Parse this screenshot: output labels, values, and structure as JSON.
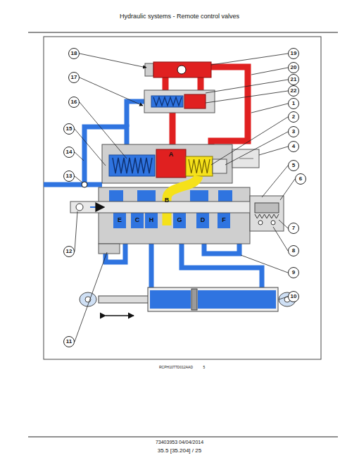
{
  "diagram": {
    "title": "Hydraulic systems - Remote control valves",
    "nodes": [
      {
        "text": [
          "18"
        ]
      },
      {
        "text": [
          "17"
        ]
      },
      {
        "text": [
          "16"
        ]
      },
      {
        "text": [
          "15"
        ]
      },
      {
        "text": [
          "14"
        ]
      },
      {
        "text": [
          "13"
        ]
      },
      {
        "text": [
          "12"
        ]
      },
      {
        "text": [
          "11"
        ]
      },
      {
        "text": [
          "19"
        ]
      },
      {
        "text": [
          "20"
        ]
      },
      {
        "text": [
          "21"
        ]
      },
      {
        "text": [
          "22"
        ]
      },
      {
        "text": [
          "1"
        ]
      },
      {
        "text": [
          "2"
        ]
      },
      {
        "text": [
          "3"
        ]
      },
      {
        "text": [
          "4"
        ]
      },
      {
        "text": [
          "5"
        ]
      },
      {
        "text": [
          "6"
        ]
      },
      {
        "text": [
          "7"
        ]
      },
      {
        "text": [
          "8"
        ]
      },
      {
        "text": [
          "9"
        ]
      },
      {
        "text": [
          "10"
        ]
      }
    ],
    "labels": [
      "A",
      "B",
      "E",
      "C",
      "H",
      "G",
      "D",
      "F",
      "RCPH10TTD012AAD",
      "5",
      "73403953 04/04/2014",
      "35.5 [35.204] / 25"
    ]
  }
}
